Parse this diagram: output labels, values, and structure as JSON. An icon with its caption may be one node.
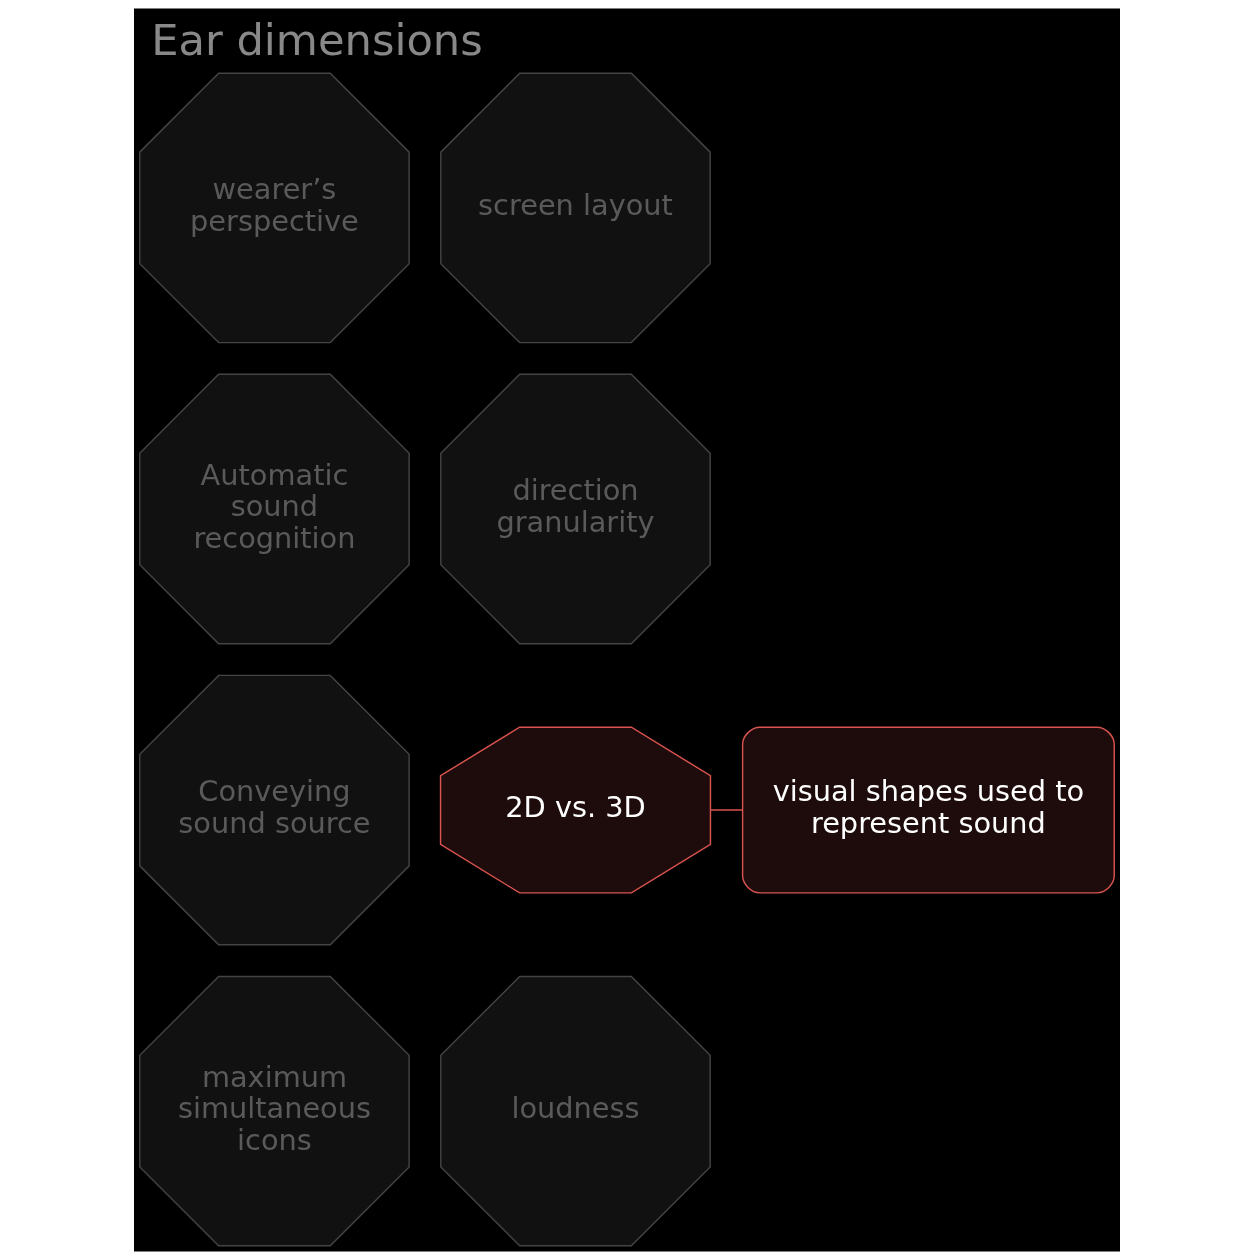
{
  "diagram": {
    "title": "Ear dimensions",
    "nodes": [
      {
        "text": [
          "wearer’s perspective"
        ]
      },
      {
        "text": [
          "screen layout"
        ]
      },
      {
        "text": [
          "Automatic sound recognition"
        ]
      },
      {
        "text": [
          "direction granularity"
        ]
      },
      {
        "text": [
          "visual shapes used to represent sound"
        ]
      },
      {
        "text": [
          "Conveying sound source"
        ]
      },
      {
        "text": [
          "2D vs. 3D"
        ]
      },
      {
        "text": [
          "maximum simultaneous icons"
        ]
      },
      {
        "text": [
          "loudness"
        ]
      }
    ],
    "edges": [
      {
        "from": 4,
        "to": 6,
        "arrow": "none",
        "color": "#d9534f"
      }
    ]
  }
}
